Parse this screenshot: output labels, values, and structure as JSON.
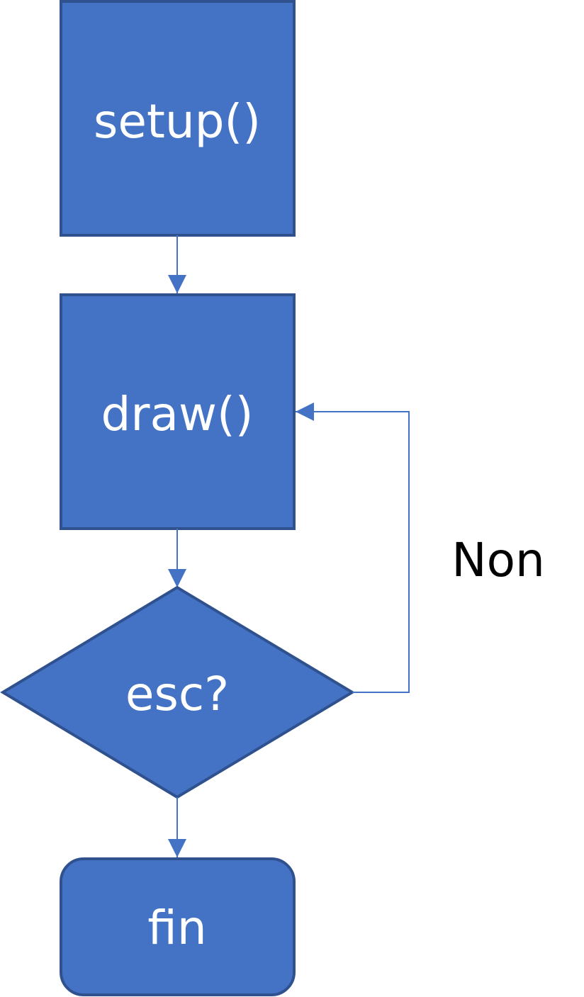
{
  "diagram": {
    "nodes": {
      "setup": {
        "label": "setup()"
      },
      "draw": {
        "label": "draw()"
      },
      "decision": {
        "label": "esc?"
      },
      "end": {
        "label": "fin"
      }
    },
    "edges": {
      "loop_label": "Non"
    },
    "colors": {
      "node_fill": "#4472C4",
      "node_border": "#2F528F",
      "connector": "#4472C4",
      "node_text": "#FFFFFF",
      "label_text": "#000000",
      "background": "#FFFFFF"
    }
  }
}
